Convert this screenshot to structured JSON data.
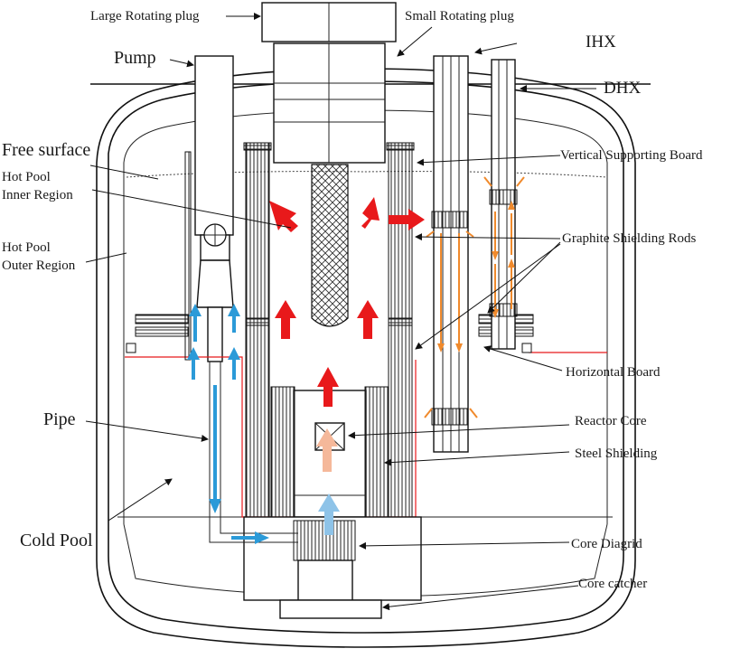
{
  "labels": {
    "large_rotating_plug": "Large Rotating plug",
    "small_rotating_plug": "Small Rotating plug",
    "ihx": "IHX",
    "pump": "Pump",
    "dhx": "DHX",
    "free_surface": "Free surface",
    "vertical_supporting_board": "Vertical Supporting Board",
    "hot_pool_inner_region_1": "Hot Pool",
    "hot_pool_inner_region_2": "Inner Region",
    "graphite_shielding_rods": "Graphite Shielding Rods",
    "hot_pool_outer_region_1": "Hot Pool",
    "hot_pool_outer_region_2": "Outer Region",
    "horizontal_board": "Horizontal Board",
    "pipe": "Pipe",
    "reactor_core": "Reactor Core",
    "steel_shielding": "Steel Shielding",
    "cold_pool": "Cold Pool",
    "core_diagrid": "Core Diagrid",
    "core_catcher": "Core catcher"
  },
  "colors": {
    "hot_flow": "#e8191b",
    "cold_flow": "#2b9ad8",
    "ihx_flow": "#f08a2c",
    "core_flow": "#f5b89a",
    "core_inlet_flow": "#8ec3e8",
    "line": "#111111"
  }
}
